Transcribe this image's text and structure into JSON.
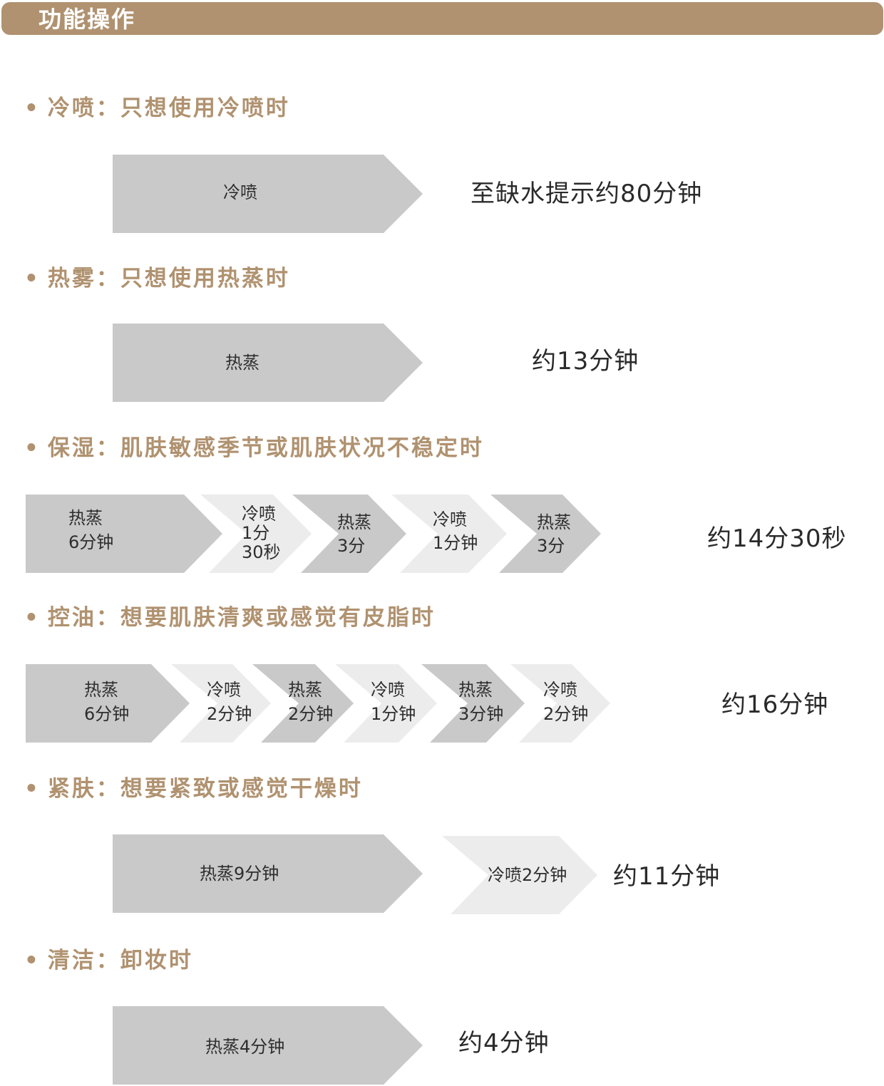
{
  "header": {
    "title": "功能操作"
  },
  "colors": {
    "accent": "#b09270",
    "step_dark": "#c9c9c9",
    "step_light": "#ececec"
  },
  "sections": [
    {
      "bullet": "•",
      "title": "冷喷：只想使用冷喷时",
      "steps": [
        {
          "label": "冷喷",
          "tone": "dark"
        }
      ],
      "result": "至缺水提示约80分钟"
    },
    {
      "bullet": "•",
      "title": "热雾：只想使用热蒸时",
      "steps": [
        {
          "label": "热蒸",
          "tone": "dark"
        }
      ],
      "result": "约13分钟"
    },
    {
      "bullet": "•",
      "title": "保湿：肌肤敏感季节或肌肤状况不稳定时",
      "steps": [
        {
          "label1": "热蒸",
          "label2": "6分钟",
          "tone": "dark"
        },
        {
          "label1": "冷喷",
          "label2": "1分",
          "label3": "30秒",
          "tone": "light"
        },
        {
          "label1": "热蒸",
          "label2": "3分",
          "tone": "dark"
        },
        {
          "label1": "冷喷",
          "label2": "1分钟",
          "tone": "light"
        },
        {
          "label1": "热蒸",
          "label2": "3分",
          "tone": "dark"
        }
      ],
      "result": "约14分30秒"
    },
    {
      "bullet": "•",
      "title": "控油：想要肌肤清爽或感觉有皮脂时",
      "steps": [
        {
          "label1": "热蒸",
          "label2": "6分钟",
          "tone": "dark"
        },
        {
          "label1": "冷喷",
          "label2": "2分钟",
          "tone": "light"
        },
        {
          "label1": "热蒸",
          "label2": "2分钟",
          "tone": "dark"
        },
        {
          "label1": "冷喷",
          "label2": "1分钟",
          "tone": "light"
        },
        {
          "label1": "热蒸",
          "label2": "3分钟",
          "tone": "dark"
        },
        {
          "label1": "冷喷",
          "label2": "2分钟",
          "tone": "light"
        }
      ],
      "result": "约16分钟"
    },
    {
      "bullet": "•",
      "title": "紧肤：想要紧致或感觉干燥时",
      "steps": [
        {
          "label": "热蒸9分钟",
          "tone": "dark"
        },
        {
          "label": "冷喷2分钟",
          "tone": "light"
        }
      ],
      "result": "约11分钟"
    },
    {
      "bullet": "•",
      "title": "清洁：卸妆时",
      "steps": [
        {
          "label": "热蒸4分钟",
          "tone": "dark"
        }
      ],
      "result": "约4分钟"
    }
  ]
}
